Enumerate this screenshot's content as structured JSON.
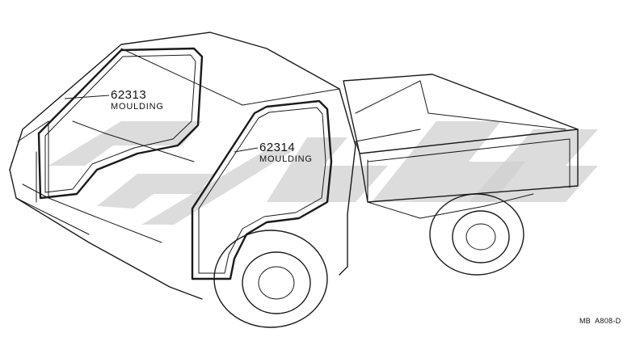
{
  "callouts": [
    {
      "part_number": "62313",
      "name": "MOULDING"
    },
    {
      "part_number": "62314",
      "name": "MOULDING"
    }
  ],
  "figure_code": {
    "prefix": "MB",
    "code": "A808-D"
  },
  "watermark": {
    "color": "#d0d0d0"
  }
}
